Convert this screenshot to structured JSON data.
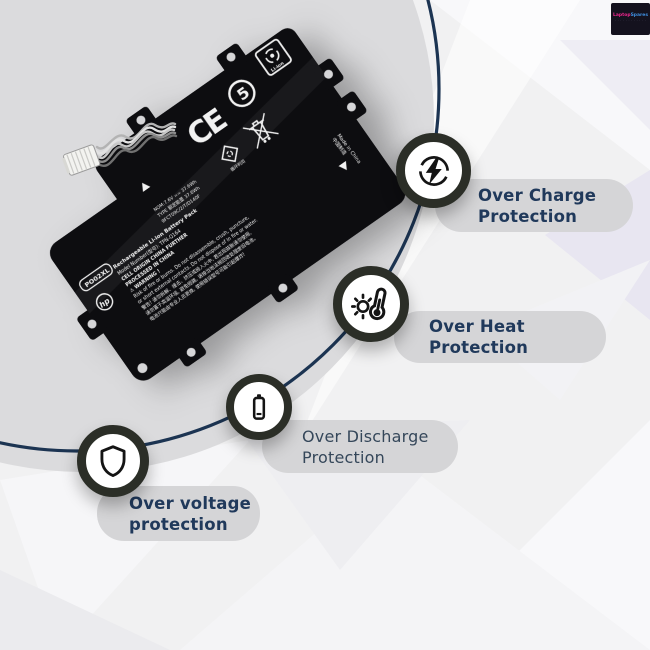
{
  "brand": {
    "name_accent": "Laptop",
    "name_rest": "Spares",
    "tagline": "· · · · · · · · · · · ·"
  },
  "features": [
    {
      "id": "over-charge",
      "label_lines": [
        "Over Charge",
        "Protection"
      ]
    },
    {
      "id": "over-heat",
      "label_lines": [
        "Over Heat",
        "Protection"
      ]
    },
    {
      "id": "over-discharge",
      "label_lines": [
        "Over Discharge",
        "Protection"
      ]
    },
    {
      "id": "over-voltage",
      "label_lines": [
        "Over voltage",
        "protection"
      ]
    }
  ],
  "battery": {
    "model": "PO02XL",
    "maker": "hp",
    "ce": "CE",
    "efup": "5",
    "liion": "Li-ion",
    "recycle_cn": "循环利用",
    "made_in": "Made in China",
    "made_in_cn": "中国制造",
    "spec_lines": [
      "NOM:7.6V == 37.6Wh",
      "TYPE 额定能量 37.6Wh",
      "9FCT09C/2/T/D140F"
    ],
    "label_lines": [
      "Rechargeable Li-ion Battery Pack",
      "Model Number(型号): TPN-Q164",
      "CELL ORIGIN CHINA FURTHER",
      "PROCESSED IN CHINA",
      "⚠ WARNING !",
      "Risk of fire or burns. Do not disassemble, crush, puncture,",
      "or short external contacts. Do not dispose of in fire or water.",
      "警告! 请勿拆解、撞击、挤压或投入火中, 若出现鼓胀请勿使用,",
      "请勿置于高温环境, 避免短路, 请按当地法规回收处理废旧电池。",
      "电池只能由专业人员更换, 使用错误型号可能引起爆炸!"
    ]
  },
  "colors": {
    "navy_text": "#20395b",
    "arc_line": "#1c3452",
    "badge_ring": "#2b2e27",
    "pill_bg": "#d5d5d7",
    "backdrop_circle": "#dbdbdd",
    "background": "#f1f1f2"
  }
}
